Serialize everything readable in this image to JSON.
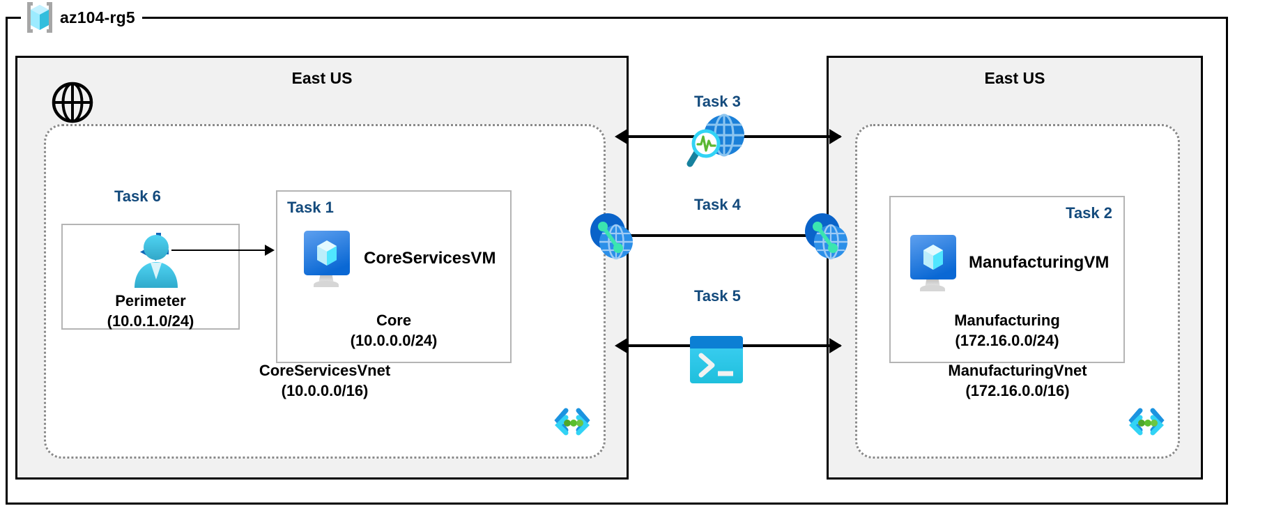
{
  "resource_group": {
    "name": "az104-rg5",
    "icon": "azure-resource-group-icon"
  },
  "regions": [
    {
      "id": "left",
      "title": "East US"
    },
    {
      "id": "right",
      "title": "East US"
    }
  ],
  "vnets": [
    {
      "id": "core",
      "name": "CoreServicesVnet",
      "cidr": "(10.0.0.0/16)",
      "region": "East US",
      "template_icon": "code-brackets-icon"
    },
    {
      "id": "manufacturing",
      "name": "ManufacturingVnet",
      "cidr": "(172.16.0.0/16)",
      "region": "East US",
      "template_icon": "code-brackets-icon"
    }
  ],
  "subnets": [
    {
      "id": "perimeter",
      "name": "Perimeter",
      "cidr": "(10.0.1.0/24)",
      "task": "Task 6",
      "icon": "user-access-icon"
    },
    {
      "id": "core",
      "name": "Core",
      "cidr": "(10.0.0.0/24)",
      "task": "Task 1",
      "icon": "virtual-machine-icon"
    },
    {
      "id": "manufacturing",
      "name": "Manufacturing",
      "cidr": "(172.16.0.0/24)",
      "task": "Task 2",
      "icon": "virtual-machine-icon"
    }
  ],
  "virtual_machines": [
    {
      "id": "coreservicesvm",
      "name": "CoreServicesVM",
      "subnet": "Core",
      "task": "Task 1"
    },
    {
      "id": "manufacturingvm",
      "name": "ManufacturingVM",
      "subnet": "Manufacturing",
      "task": "Task 2"
    }
  ],
  "connections": [
    {
      "id": "task3",
      "label": "Task 3",
      "icon": "network-watcher-icon",
      "direction": "bidirectional"
    },
    {
      "id": "task4",
      "label": "Task 4",
      "icon": "vnet-peering-icon",
      "direction": "bidirectional"
    },
    {
      "id": "task5",
      "label": "Task 5",
      "icon": "cloud-shell-icon",
      "direction": "bidirectional"
    }
  ],
  "endpoints": [
    {
      "id": "internet",
      "icon": "globe-icon"
    },
    {
      "id": "peering-left",
      "icon": "vnet-peering-icon"
    },
    {
      "id": "peering-right",
      "icon": "vnet-peering-icon"
    }
  ],
  "colors": {
    "task_label": "#134A7C",
    "region_fill": "#F1F1F1",
    "border": "#000000",
    "vnet_border": "#8A8A8A",
    "subnet_border": "#B4B4B4",
    "azure_blue": "#0078D4",
    "azure_cyan": "#50E6FF",
    "accent_green": "#5BB733"
  }
}
